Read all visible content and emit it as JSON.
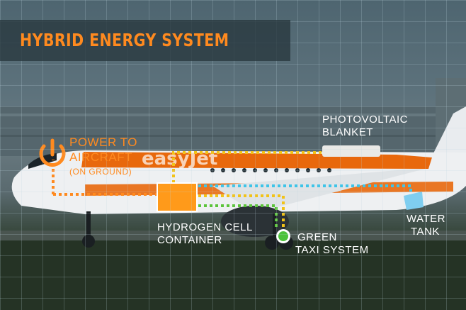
{
  "title": "HYBRID ENERGY SYSTEM",
  "power": {
    "line1": "POWER TO",
    "line2": "AIRCRAFT",
    "line3": "(ON GROUND)",
    "icon": "power-icon"
  },
  "photovoltaic": {
    "line1": "PHOTOVOLTAIC",
    "line2": "BLANKET"
  },
  "hydrogen": {
    "line1": "HYDROGEN CELL",
    "line2": "CONTAINER"
  },
  "green_taxi": {
    "line1": "GREEN",
    "line2": "TAXI SYSTEM"
  },
  "water": {
    "line1": "WATER",
    "line2": "TANK"
  },
  "aircraft_livery": "easyJet",
  "colors": {
    "accent_orange": "#ff8a1f",
    "yellow_link": "#f2c318",
    "cyan_link": "#3ec4e8",
    "green_link": "#5cc43a",
    "aircraft_orange": "#e8680c"
  }
}
